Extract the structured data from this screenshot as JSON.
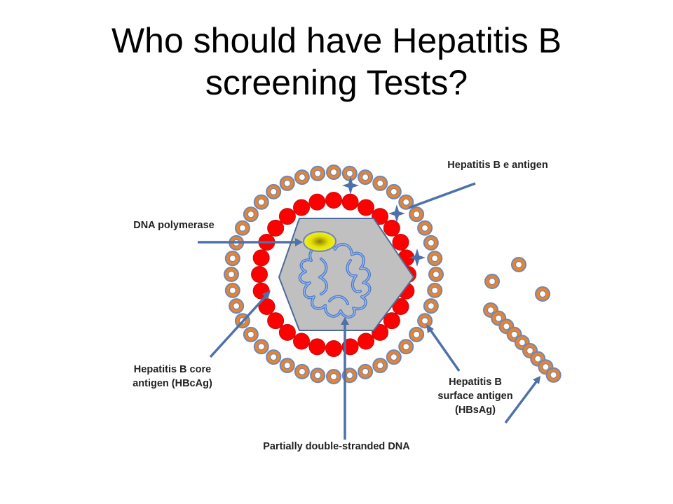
{
  "title": {
    "line1": "Who should have Hepatitis B",
    "line2": "screening Tests?"
  },
  "diagram": {
    "labels": {
      "e_antigen": "Hepatitis B e antigen",
      "dna_polymerase": "DNA polymerase",
      "core_antigen_line1": "Hepatitis B core",
      "core_antigen_line2": "antigen (HBcAg)",
      "surface_antigen_line1": "Hepatitis B",
      "surface_antigen_line2": "surface antigen",
      "surface_antigen_line3": "(HBsAg)",
      "dna": "Partially double-stranded DNA"
    },
    "colors": {
      "surface_ring_fill": "#e8842c",
      "surface_ring_inner": "#ffffff",
      "surface_ring_stroke": "#6f86b8",
      "core_bead": "#ff0000",
      "core_bead_stroke": "#c01010",
      "capsid_fill": "#c0c0c0",
      "capsid_stroke": "#4e6a98",
      "polymerase": "#e4e000",
      "dna_strand": "#4a78c8",
      "arrow": "#4d71a8"
    }
  }
}
